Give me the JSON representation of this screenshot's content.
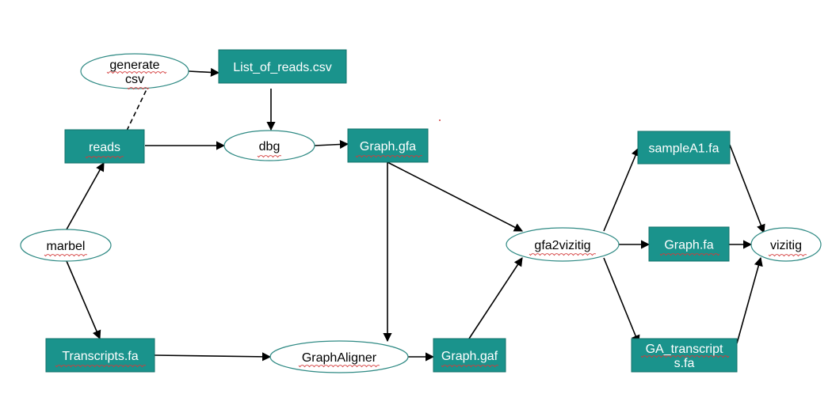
{
  "diagram": {
    "nodes": {
      "generate_csv": {
        "lines": [
          "generate",
          "csv"
        ],
        "shape": "oval"
      },
      "list_of_reads": {
        "lines": [
          "List_of_reads.csv"
        ],
        "shape": "box"
      },
      "reads": {
        "lines": [
          "reads"
        ],
        "shape": "box"
      },
      "dbg": {
        "lines": [
          "dbg"
        ],
        "shape": "oval"
      },
      "graph_gfa": {
        "lines": [
          "Graph.gfa"
        ],
        "shape": "box"
      },
      "marbel": {
        "lines": [
          "marbel"
        ],
        "shape": "oval"
      },
      "transcripts_fa": {
        "lines": [
          "Transcripts.fa"
        ],
        "shape": "box"
      },
      "graphaligner": {
        "lines": [
          "GraphAligner"
        ],
        "shape": "oval"
      },
      "graph_gaf": {
        "lines": [
          "Graph.gaf"
        ],
        "shape": "box"
      },
      "gfa2vizitig": {
        "lines": [
          "gfa2vizitig"
        ],
        "shape": "oval"
      },
      "samplea1_fa": {
        "lines": [
          "sampleA1.fa"
        ],
        "shape": "box"
      },
      "graph_fa": {
        "lines": [
          "Graph.fa"
        ],
        "shape": "box"
      },
      "ga_transcripts_fa": {
        "lines": [
          "GA_transcript",
          "s.fa"
        ],
        "shape": "box"
      },
      "vizitig": {
        "lines": [
          "vizitig"
        ],
        "shape": "oval"
      }
    },
    "edges": [
      {
        "from": "generate_csv",
        "to": "list_of_reads",
        "style": "solid"
      },
      {
        "from": "reads",
        "to": "generate_csv",
        "style": "dashed"
      },
      {
        "from": "list_of_reads",
        "to": "dbg",
        "style": "solid"
      },
      {
        "from": "reads",
        "to": "dbg",
        "style": "solid"
      },
      {
        "from": "dbg",
        "to": "graph_gfa",
        "style": "solid"
      },
      {
        "from": "marbel",
        "to": "reads",
        "style": "solid"
      },
      {
        "from": "marbel",
        "to": "transcripts_fa",
        "style": "solid"
      },
      {
        "from": "transcripts_fa",
        "to": "graphaligner",
        "style": "solid"
      },
      {
        "from": "graph_gfa",
        "to": "graphaligner",
        "style": "solid"
      },
      {
        "from": "graphaligner",
        "to": "graph_gaf",
        "style": "solid"
      },
      {
        "from": "graph_gfa",
        "to": "gfa2vizitig",
        "style": "solid"
      },
      {
        "from": "graph_gaf",
        "to": "gfa2vizitig",
        "style": "solid"
      },
      {
        "from": "gfa2vizitig",
        "to": "samplea1_fa",
        "style": "solid"
      },
      {
        "from": "gfa2vizitig",
        "to": "graph_fa",
        "style": "solid"
      },
      {
        "from": "gfa2vizitig",
        "to": "ga_transcripts_fa",
        "style": "solid"
      },
      {
        "from": "samplea1_fa",
        "to": "vizitig",
        "style": "solid"
      },
      {
        "from": "graph_fa",
        "to": "vizitig",
        "style": "solid"
      },
      {
        "from": "ga_transcripts_fa",
        "to": "vizitig",
        "style": "solid"
      }
    ],
    "colors": {
      "box_fill": "#1a938c",
      "box_text": "#ffffff",
      "oval_border": "#2f8a84",
      "arrow": "#000000",
      "spellcheck_underline": "#d43a3a"
    }
  }
}
